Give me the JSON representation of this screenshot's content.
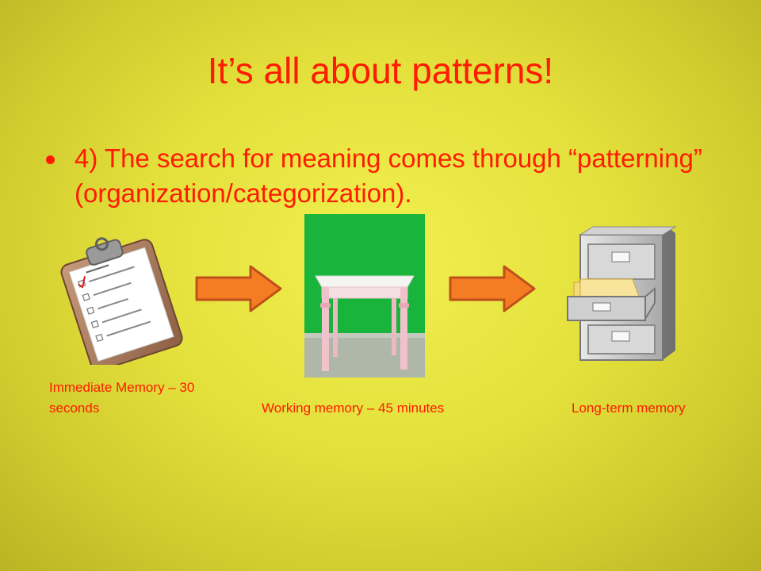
{
  "slide": {
    "title": "It’s all about patterns!",
    "bullet": "4)  The search for meaning comes through “patterning” (organization/categorization).",
    "captions": {
      "immediate": "Immediate Memory – 30 seconds",
      "working": "Working memory – 45 minutes",
      "long_term": "Long-term memory"
    }
  },
  "colors": {
    "text": "#ff1a00",
    "arrow_fill": "#f47d24",
    "arrow_stroke": "#c0501a",
    "photo_bg": "#19b43c"
  },
  "icons": [
    "clipboard-checklist-icon",
    "right-arrow-icon",
    "table-photo",
    "filing-cabinet-icon"
  ]
}
